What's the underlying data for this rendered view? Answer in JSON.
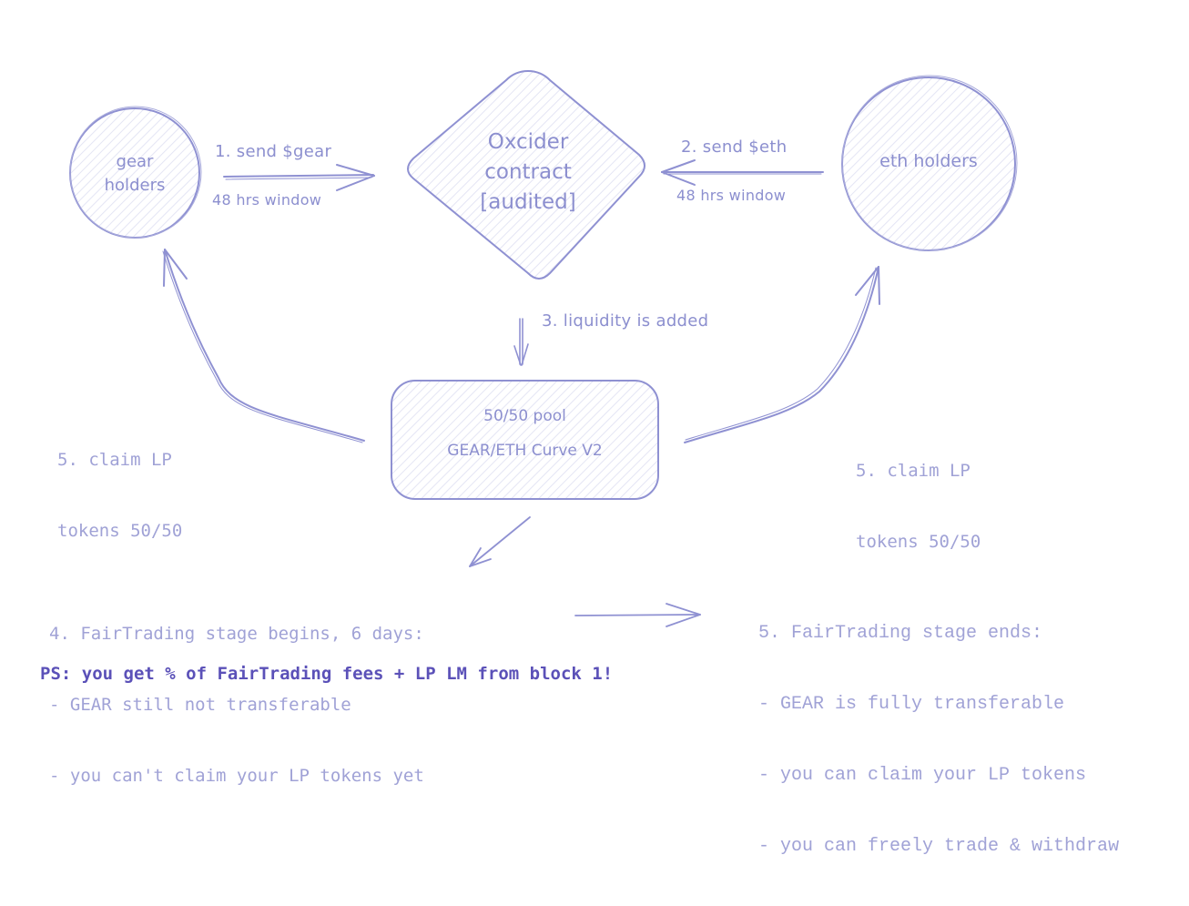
{
  "diagram": {
    "title": "GEAR/ETH liquidity bootstrapping flow",
    "colors": {
      "stroke": "#8f91d2",
      "text": "#8c8fcf",
      "mono_text": "#a0a2d6",
      "ps_text": "#5b51b8",
      "hatch": "#e2e3f3"
    },
    "nodes": {
      "gear_holders": {
        "lines": [
          "gear",
          "holders"
        ]
      },
      "contract": {
        "lines": [
          "Oxcider",
          "contract",
          "[audited]"
        ]
      },
      "eth_holders": {
        "label": "eth holders"
      },
      "pool": {
        "line1": "50/50 pool",
        "line2": "GEAR/ETH Curve V2"
      }
    },
    "edges": {
      "send_gear": {
        "label": "1. send $gear",
        "sublabel": "48 hrs window"
      },
      "send_eth": {
        "label": "2. send $eth",
        "sublabel": "48 hrs window"
      },
      "liquidity": {
        "label": "3. liquidity is added"
      },
      "claim_left": {
        "lines": [
          "5. claim LP",
          "tokens 50/50"
        ]
      },
      "claim_right": {
        "lines": [
          "5. claim LP",
          "tokens 50/50"
        ]
      }
    },
    "stage_begin": {
      "lines": [
        "4. FairTrading stage begins, 6 days:",
        "- GEAR still not transferable",
        "- you can't claim your LP tokens yet"
      ]
    },
    "stage_end": {
      "lines": [
        "5. FairTrading stage ends:",
        "- GEAR is fully transferable",
        "- you can claim your LP tokens",
        "- you can freely trade & withdraw"
      ]
    },
    "ps_note": "PS: you get % of FairTrading fees + LP LM from block 1!"
  }
}
